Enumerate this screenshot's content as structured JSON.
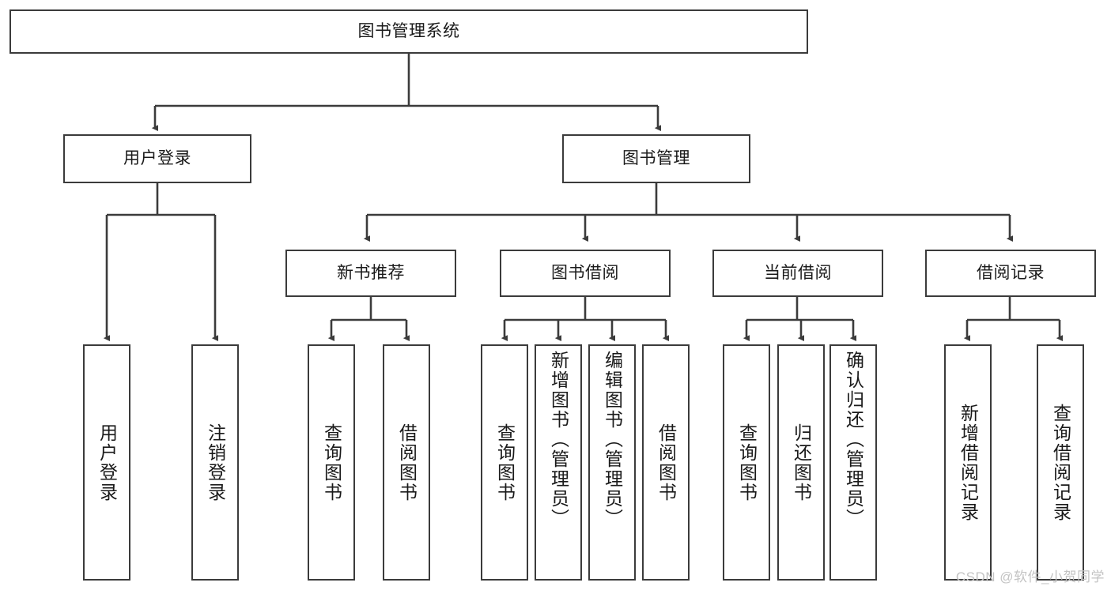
{
  "diagram": {
    "title": "图书管理系统",
    "type": "tree",
    "watermark": "CSDN @软件_小贺同学",
    "colors": {
      "box_border": "#3b3b3b",
      "box_fill": "#ffffff",
      "connector": "#3b3b3b",
      "text": "#1a1a1a",
      "watermark": "#c3c3c3",
      "background": "#ffffff"
    },
    "root": {
      "id": "root",
      "label": "图书管理系统"
    },
    "level2": [
      {
        "id": "user-login",
        "label": "用户登录"
      },
      {
        "id": "book-manage",
        "label": "图书管理"
      }
    ],
    "level3": [
      {
        "id": "new-book-recommend",
        "label": "新书推荐",
        "parent": "book-manage"
      },
      {
        "id": "book-borrow",
        "label": "图书借阅",
        "parent": "book-manage"
      },
      {
        "id": "current-borrow",
        "label": "当前借阅",
        "parent": "book-manage"
      },
      {
        "id": "borrow-record",
        "label": "借阅记录",
        "parent": "book-manage"
      }
    ],
    "leaves": {
      "user-login": [
        {
          "id": "leaf-user-login",
          "label": "用户登录"
        },
        {
          "id": "leaf-logout-login",
          "label": "注销登录"
        }
      ],
      "new-book-recommend": [
        {
          "id": "leaf-query-book-1",
          "label": "查询图书"
        },
        {
          "id": "leaf-borrow-book-1",
          "label": "借阅图书"
        }
      ],
      "book-borrow": [
        {
          "id": "leaf-query-book-2",
          "label": "查询图书"
        },
        {
          "id": "leaf-add-book",
          "label": "新增图书（管理员）"
        },
        {
          "id": "leaf-edit-book",
          "label": "编辑图书（管理员）"
        },
        {
          "id": "leaf-borrow-book-2",
          "label": "借阅图书"
        }
      ],
      "current-borrow": [
        {
          "id": "leaf-query-book-3",
          "label": "查询图书"
        },
        {
          "id": "leaf-return-book",
          "label": "归还图书"
        },
        {
          "id": "leaf-confirm-return",
          "label": "确认归还（管理员）"
        }
      ],
      "borrow-record": [
        {
          "id": "leaf-add-record",
          "label": "新增借阅记录"
        },
        {
          "id": "leaf-query-record",
          "label": "查询借阅记录"
        }
      ]
    }
  }
}
